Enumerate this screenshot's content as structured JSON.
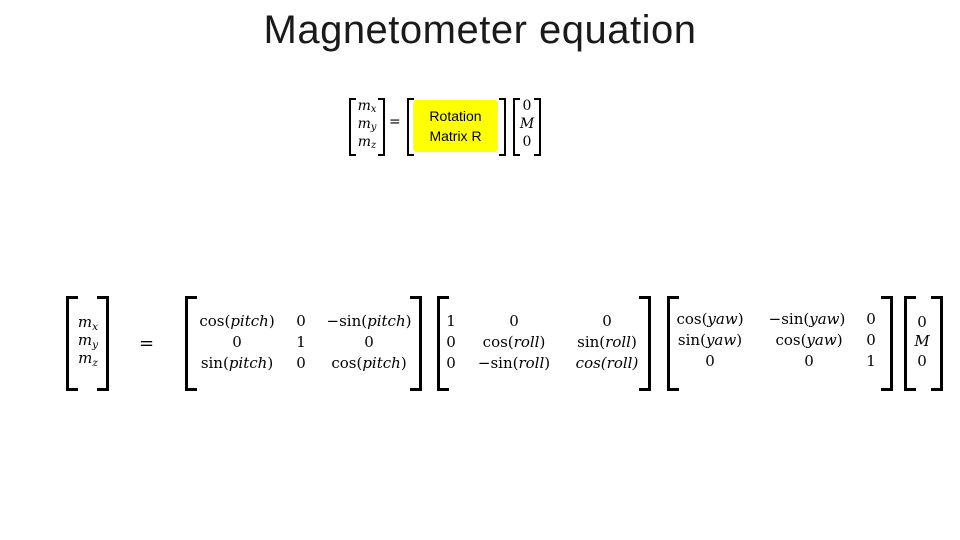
{
  "slide": {
    "title": "Magnetometer equation"
  },
  "top_equation": {
    "lhs": [
      {
        "base": "m",
        "sub": "x"
      },
      {
        "base": "m",
        "sub": "y"
      },
      {
        "base": "m",
        "sub": "z"
      }
    ],
    "equals": "=",
    "box_line1": "Rotation",
    "box_line2": "Matrix R",
    "box_color": "#ffff00",
    "rhs": [
      "0",
      "M",
      "0"
    ]
  },
  "main_equation": {
    "lhs": [
      {
        "base": "m",
        "sub": "x"
      },
      {
        "base": "m",
        "sub": "y"
      },
      {
        "base": "m",
        "sub": "z"
      }
    ],
    "equals": "=",
    "pitch": [
      [
        "cos(",
        "pitch",
        ")",
        "0",
        "−sin(",
        "pitch",
        ")"
      ],
      [
        "0",
        "1",
        "0"
      ],
      [
        "sin(",
        "pitch",
        ")",
        "0",
        "cos(",
        "pitch",
        ")"
      ]
    ],
    "roll": {
      "r1": [
        "1",
        "0",
        "0"
      ],
      "r2": [
        "0",
        "cos(",
        "roll",
        ")",
        "sin(",
        "roll",
        ")"
      ],
      "r3": [
        "0",
        "−sin(",
        "roll",
        ")",
        "cos(roll)"
      ]
    },
    "yaw": {
      "r1": [
        "cos(",
        "yaw",
        ")",
        "−sin(",
        "yaw",
        ")",
        "0"
      ],
      "r2": [
        "sin(",
        "yaw",
        ")",
        "cos(",
        "yaw",
        ")",
        "0"
      ],
      "r3": [
        "0",
        "0",
        "1"
      ]
    },
    "rhs": [
      "0",
      "M",
      "0"
    ]
  }
}
